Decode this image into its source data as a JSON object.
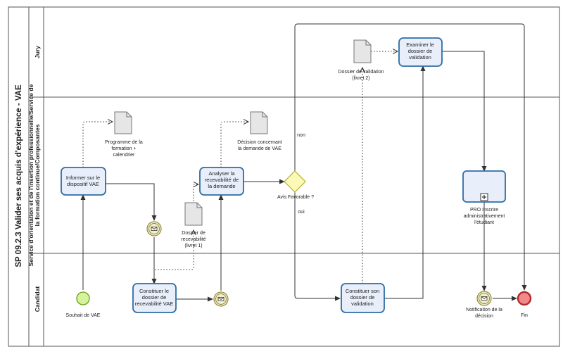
{
  "pool": {
    "title": "SP 09.2.3 Valider ses acquis d'expérience - VAE"
  },
  "lanes": {
    "jury": "Jury",
    "service": [
      "Service d'orientation et de l'insertion professionnelle/Service de",
      "la formation continue/Composantes"
    ],
    "candidat": "Candidat"
  },
  "tasks": {
    "informer": [
      "Informer sur le",
      "dispositif VAE"
    ],
    "analyser": [
      "Analyser la",
      "recevabilité de",
      "la demande"
    ],
    "examiner": [
      "Examiner le",
      "dossier de",
      "validation"
    ],
    "constituer_recevabilite": [
      "Constituer le",
      "dossier de",
      "recevabilité VAE"
    ],
    "constituer_validation": [
      "Constituer son",
      "dossier de",
      "validation"
    ]
  },
  "subprocess": {
    "label": [
      "PRO Inscrire",
      "administrativement",
      "l'étudiant"
    ]
  },
  "documents": {
    "programme": [
      "Programme de la",
      "formation +",
      "calendrier"
    ],
    "decision": [
      "Décision concernant",
      "la demande de VAE"
    ],
    "dossier_recevabilite": [
      "Dossier de",
      "recevabilité",
      "(livret 1)"
    ],
    "dossier_validation": [
      "Dossier de validation",
      "(livret 2)"
    ]
  },
  "gateway": {
    "label": "Avis Favorable ?",
    "no_label": "non",
    "yes_label": "oui"
  },
  "events": {
    "start": "Souhait de VAE",
    "notification": [
      "Notification de la",
      "décision"
    ],
    "end": "Fin"
  },
  "colors": {
    "task_fill": "#e8eefa",
    "task_stroke": "#2e6da4",
    "start_fill": "#d6f29a",
    "start_stroke": "#6b9c1f",
    "end_fill": "#f08a8a",
    "end_stroke": "#b52a2a",
    "intermediate_fill": "#f3efc7",
    "intermediate_stroke": "#8f8a43",
    "gateway_fill": "#fcf8b5",
    "gateway_stroke": "#b8b030",
    "document_fill": "#e6e6e6"
  }
}
